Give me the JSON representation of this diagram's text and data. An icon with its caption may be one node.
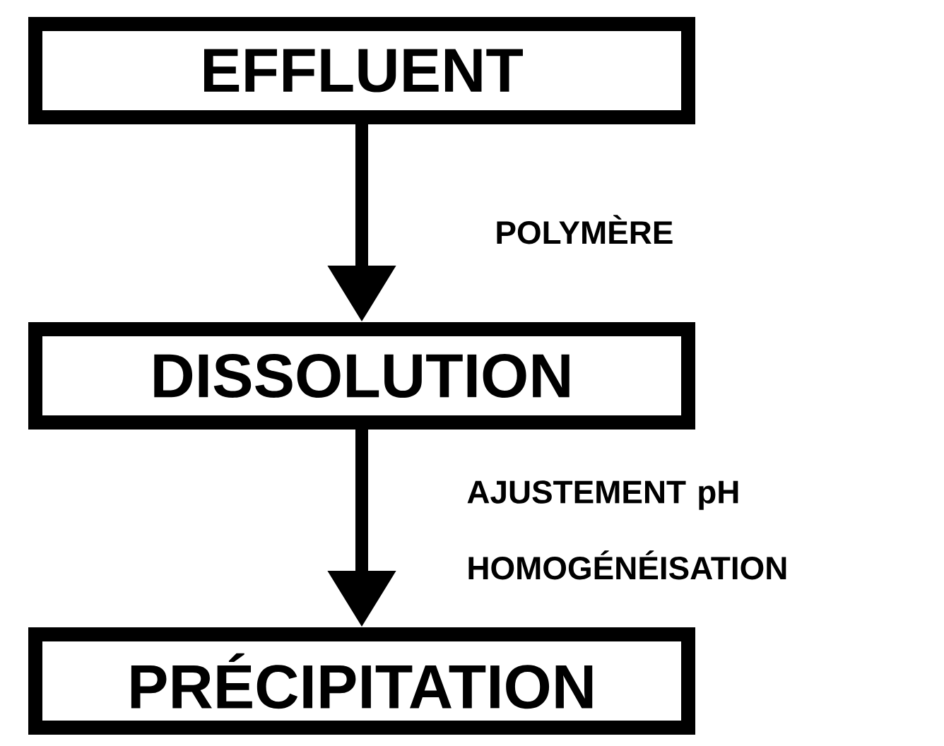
{
  "diagram": {
    "nodes": [
      {
        "text": [
          "EFFLUENT"
        ]
      },
      {
        "text": [
          "DISSOLUTION"
        ]
      },
      {
        "text": [
          "PRÉCIPITATION"
        ]
      }
    ],
    "edges": [
      {
        "from": 0,
        "to": 1,
        "arrow": "to",
        "label": "POLYMÈRE"
      },
      {
        "from": 1,
        "to": 2,
        "arrow": "to",
        "label": "AJUSTEMENT pH HOMOGÉNÉISATION"
      }
    ]
  }
}
